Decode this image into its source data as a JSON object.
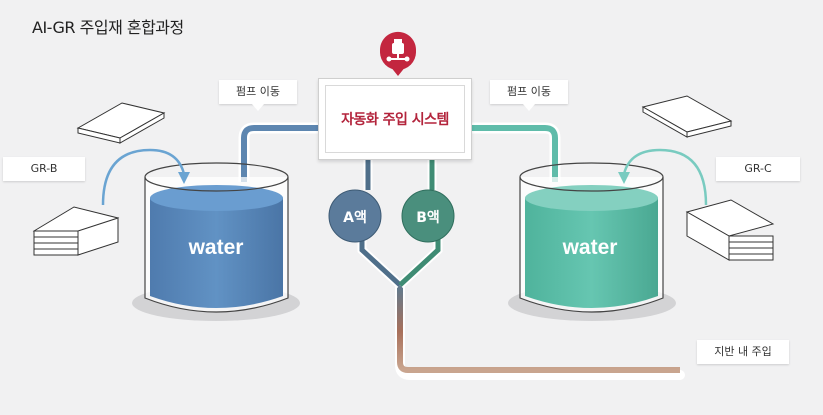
{
  "title": "AI-GR 주입재 혼합과정",
  "labels": {
    "pump_left": "펌프 이동",
    "pump_right": "펌프 이동",
    "system": "자동화 주입 시스템",
    "gr_b": "GR-B",
    "gr_c": "GR-C",
    "ground": "지반 내 주입",
    "liquid_a": "A액",
    "liquid_b": "B액",
    "water_left": "water",
    "water_right": "water"
  },
  "icons": {
    "system": "injection-pump-icon"
  },
  "colors": {
    "water_left": "#5a87b8",
    "water_right": "#5fbfab",
    "liquid_a": "#5b7b9b",
    "liquid_b": "#4a8f7d",
    "system_accent": "#b3243c",
    "ground_pipe": "#a8705b"
  }
}
